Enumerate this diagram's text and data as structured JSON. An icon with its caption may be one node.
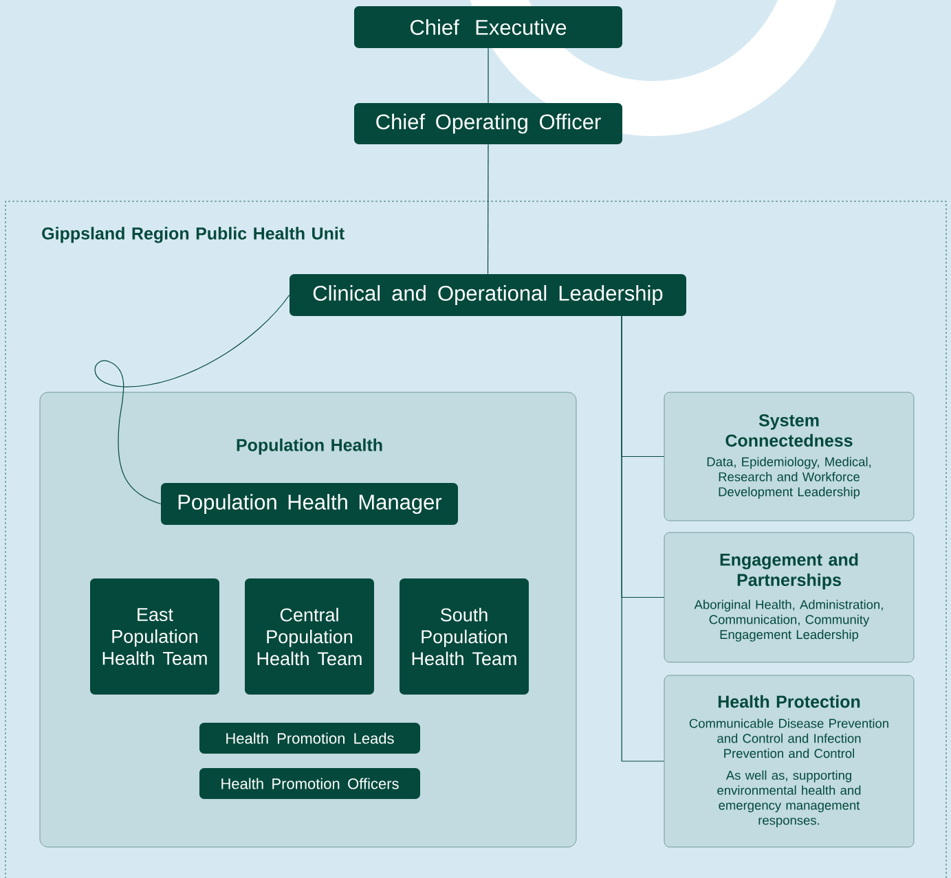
{
  "diagram": {
    "nodes": [
      {
        "text": [
          "Chief Executive"
        ]
      },
      {
        "text": [
          "Chief Operating Officer"
        ]
      },
      {
        "text": [
          "Gippsland Region Public Health Unit"
        ]
      },
      {
        "text": [
          "Clinical and Operational Leadership"
        ],
        "in": 2
      },
      {
        "text": [
          "Population Health"
        ],
        "in": 2
      },
      {
        "text": [
          "Population Health Manager"
        ],
        "in": 4
      },
      {
        "text": [
          "East Population Health Team"
        ],
        "in": 4
      },
      {
        "text": [
          "Central Population Health Team"
        ],
        "in": 4
      },
      {
        "text": [
          "South Population Health Team"
        ],
        "in": 4
      },
      {
        "text": [
          "Health Promotion Leads"
        ],
        "in": 4
      },
      {
        "text": [
          "Health Promotion Officers"
        ],
        "in": 4
      },
      {
        "text": [
          "System Connectedness",
          "Data, Epidemiology, Medical, Research and Workforce Development Leadership"
        ],
        "in": 2
      },
      {
        "text": [
          "Engagement and Partnerships",
          "Aboriginal Health, Administration, Communication, Community Engagement Leadership"
        ],
        "in": 2
      },
      {
        "text": [
          "Health Protection",
          "Communicable Disease Prevention and Control and Infection Prevention and Control",
          "As well as, supporting environmental health and emergency management responses."
        ],
        "in": 2
      }
    ],
    "edges": [
      {
        "from": 0,
        "to": 1,
        "arrow": "none"
      },
      {
        "from": 1,
        "to": 3,
        "arrow": "none"
      },
      {
        "from": 3,
        "to": 5,
        "arrow": "none"
      },
      {
        "from": 3,
        "to": 11,
        "arrow": "none"
      },
      {
        "from": 3,
        "to": 12,
        "arrow": "none"
      },
      {
        "from": 3,
        "to": 13,
        "arrow": "none"
      }
    ]
  }
}
